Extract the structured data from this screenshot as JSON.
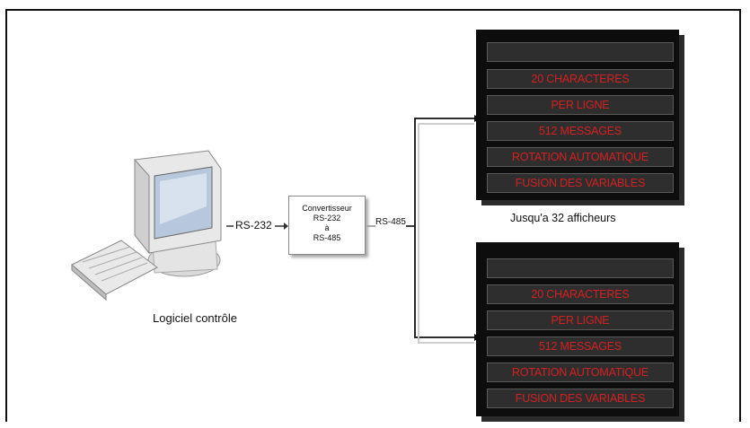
{
  "computer": {
    "label": "Logiciel contrôle"
  },
  "links": {
    "rs232": "RS-232",
    "rs485": "RS-485"
  },
  "converter": {
    "line1": "Convertisseur",
    "line2": "RS-232",
    "line3": "à",
    "line4": "RS-485"
  },
  "caption": "Jusqu'a 32 afficheurs",
  "panels": [
    {
      "rows": [
        "",
        "20 CHARACTERES",
        "PER LIGNE",
        "512 MESSAGES",
        "ROTATION AUTOMATIQUE",
        "FUSION DES VARIABLES"
      ]
    },
    {
      "rows": [
        "",
        "20 CHARACTERES",
        "PER LIGNE",
        "512 MESSAGES",
        "ROTATION AUTOMATIQUE",
        "FUSION DES VARIABLES"
      ]
    }
  ],
  "colors": {
    "panel_bg": "#0d0d0d",
    "row_bg": "#2e2e2e",
    "row_text": "#d42020"
  }
}
